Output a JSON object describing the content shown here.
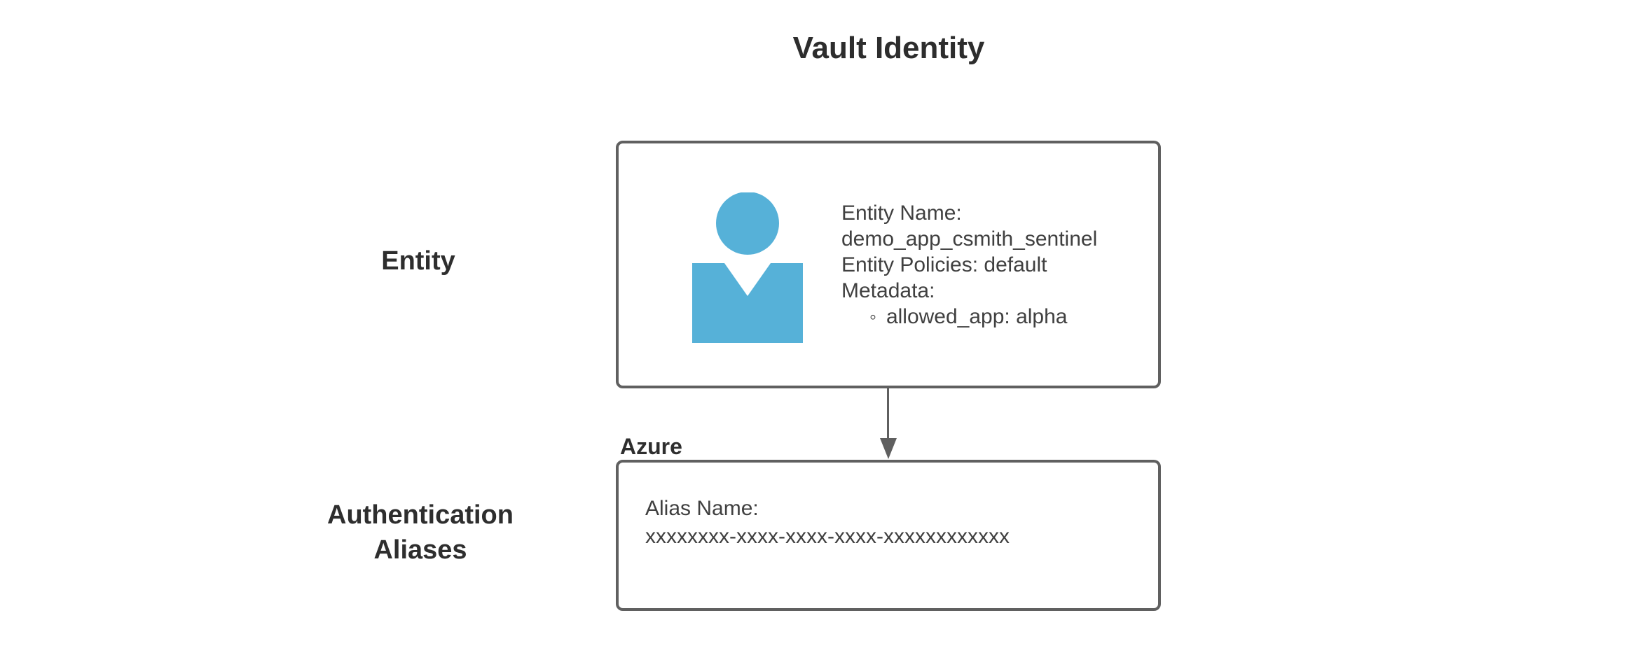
{
  "title": "Vault Identity",
  "colors": {
    "person_icon_blue": "#56b1d8",
    "box_border_gray": "#606060",
    "arrow_gray": "#5f5f5f",
    "heading_text": "#2d2d2d",
    "body_text": "#404040",
    "background": "#ffffff"
  },
  "entity_section": {
    "label": "Entity",
    "icon": "person-icon",
    "details": {
      "name_label": "Entity Name:",
      "name_value": "demo_app_csmith_sentinel",
      "policies_line": "Entity Policies: default",
      "metadata_label": "Metadata:",
      "metadata_bullet": "◦",
      "metadata_item": "allowed_app: alpha"
    }
  },
  "connector": {
    "type": "arrow-down"
  },
  "auth_section": {
    "label_line1": "Authentication",
    "label_line2": "Aliases",
    "provider_label": "Azure",
    "alias_details": {
      "name_label": "Alias Name:",
      "name_value": "xxxxxxxx-xxxx-xxxx-xxxx-xxxxxxxxxxxx"
    }
  }
}
